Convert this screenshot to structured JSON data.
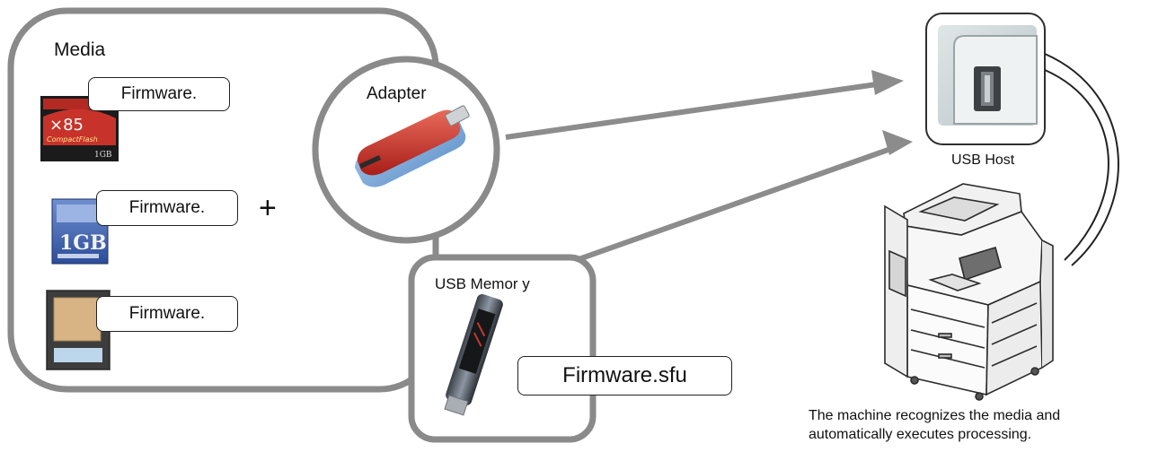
{
  "media_panel": {
    "title": "Media",
    "items": [
      {
        "icon": "compactflash-card-icon",
        "label": "Firmware.",
        "card_text_top": "×85",
        "card_text_mid": "CompactFlash",
        "card_text_size": "1GB"
      },
      {
        "icon": "sd-card-icon",
        "label": "Firmware.",
        "card_text_size": "1GB"
      },
      {
        "icon": "smartmedia-card-icon",
        "label": "Firmware."
      }
    ],
    "plus": "+"
  },
  "adapter": {
    "label": "Adapter",
    "icon": "card-reader-adapter-icon"
  },
  "usb_memory": {
    "label": "USB Memor y",
    "file_label": "Firmware.sfu",
    "icon": "usb-stick-icon"
  },
  "usb_host": {
    "label": "USB Host",
    "icon": "usb-port-icon"
  },
  "machine": {
    "icon": "multifunction-printer-icon",
    "caption_line1": "The machine recognizes the media and",
    "caption_line2": "automatically executes processing."
  },
  "colors": {
    "panel_stroke": "#8a8a8a",
    "arrow": "#8c8c8c",
    "adapter_red": "#c8312a",
    "adapter_blue": "#6aa0d8"
  }
}
